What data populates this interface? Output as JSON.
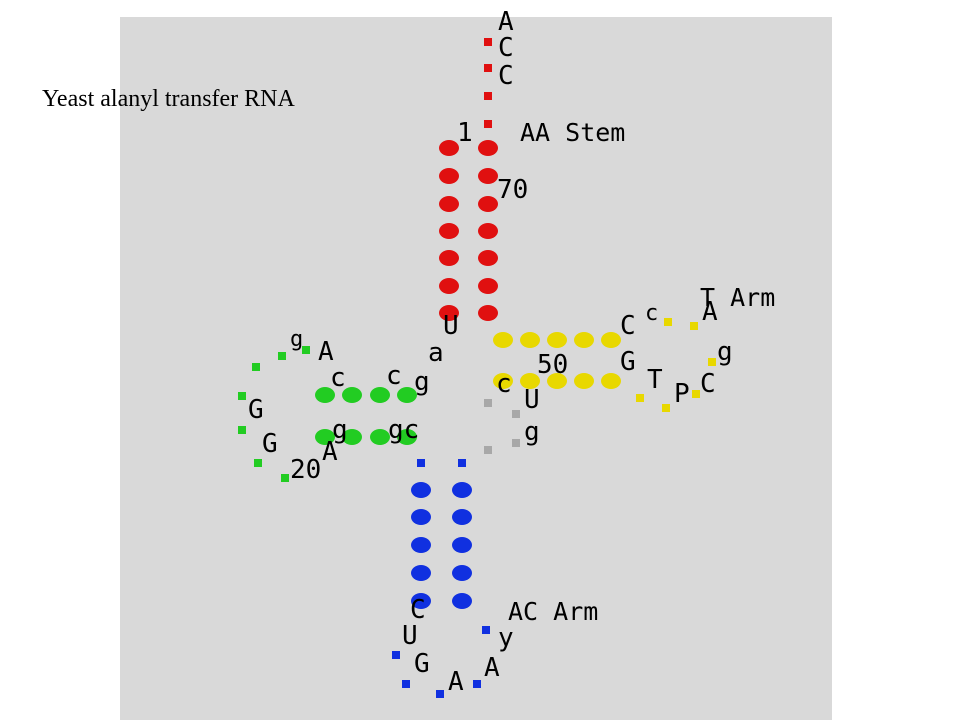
{
  "title": "Yeast alanyl transfer RNA",
  "arms": {
    "aa_stem": "AA Stem",
    "t_arm": "T Arm",
    "ac_arm": "AC Arm"
  },
  "numbers": {
    "n1": "1",
    "n20": "20",
    "n50": "50",
    "n70": "70"
  },
  "bases": {
    "acceptor": [
      "A",
      "C",
      "C"
    ],
    "junction": [
      "U",
      "a"
    ],
    "t_loop": [
      "C",
      "c",
      "A",
      "g",
      "C",
      "P",
      "T",
      "G"
    ],
    "variable": [
      "c",
      "U",
      "g"
    ],
    "d_loop": [
      "g",
      "A",
      "c",
      "c",
      "g",
      "G",
      "G",
      "A",
      "g",
      "gc"
    ],
    "anticodon": [
      "C",
      "U",
      "G",
      "A",
      "A",
      "y"
    ]
  },
  "colors": {
    "acceptor_stem": "#e01010",
    "t_arm": "#e8d800",
    "d_arm": "#22cc22",
    "anticodon_arm": "#1030e0",
    "variable_loop": "#a8a8a8",
    "panel": "#d9d9d9"
  }
}
